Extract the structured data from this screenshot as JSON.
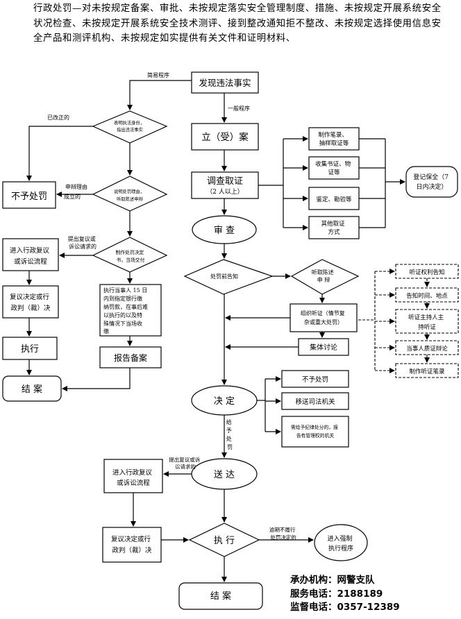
{
  "intro": "行政处罚—对未按规定备案、审批、未按规定落实安全管理制度、措施、未按规定开展系统安全状况检查、未按规定开展系统安全技术测评、接到整改通知拒不整改、未按规定选择使用信息安全产品和测评机构、未按规定如实提供有关文件和证明材料、",
  "flow": {
    "discover": "发现违法事实",
    "simple_label": "简易程序",
    "general_label": "一般程序",
    "show_id": [
      "表明执法身份，",
      "指出违法事实"
    ],
    "corrected_label": "已改正的",
    "no_penalty": "不予处罚",
    "defense_label": [
      "申辩理由",
      "成立的"
    ],
    "explain": [
      "说明处罚理由，",
      "听取陈述申辩"
    ],
    "decision_simple": [
      "制作处罚决定",
      "书，当场交付"
    ],
    "appeal_request": [
      "提出复议或",
      "诉讼请求的"
    ],
    "admin_review": [
      "进入行政复议",
      "或诉讼流程"
    ],
    "review_decision": [
      "复议决定或行",
      "政判（裁）决"
    ],
    "execute": "执行",
    "pay_fine": [
      "执行当事人 15 日",
      "内到指定银行缴",
      "纳罚款，在事后难",
      "以执行的以及特",
      "殊情况下当场收",
      "缴"
    ],
    "report": "报告备案",
    "close_case": "结 案",
    "file_case": "立（受）案",
    "investigate": "调查取证",
    "investigate_sub": "（2 人以上）",
    "evidence": [
      [
        "制作笔录、",
        "抽样取证等"
      ],
      [
        "收集书证、物",
        "证等"
      ],
      [
        "鉴定、勘验等"
      ],
      [
        "其他取证",
        "方式"
      ]
    ],
    "register_preserve": [
      "登记保全（7",
      "日内决定）"
    ],
    "review": "审 查",
    "notify_before": "处罚前告知",
    "hear_defense": [
      "听取陈述",
      "申 辩"
    ],
    "hearing": [
      "组织听证（情节复",
      "杂或重大处罚）"
    ],
    "hearing_steps": [
      "听证权利告知",
      "告知时间、地点",
      "听证主持人主持听证",
      "当事人质证辩论",
      "制作听证笔录"
    ],
    "collective": "集体讨论",
    "decide": "决 定",
    "outcomes": [
      [
        "不予处罚"
      ],
      [
        "移送司法机关"
      ],
      [
        "需给予纪律处分的，报",
        "告有管理权的机关"
      ]
    ],
    "give_penalty": [
      "给",
      "予",
      "处",
      "罚"
    ],
    "appeal_request2": [
      "提出复议或诉",
      "讼请求的"
    ],
    "admin_review2": [
      "进入行政复议",
      "或诉讼流程"
    ],
    "deliver": "送 达",
    "review_decision2": [
      "复议决定或行",
      "政判（裁）决"
    ],
    "execute2": "执 行",
    "overdue": [
      "逾期不履行",
      "处罚决定的"
    ],
    "enforce": [
      "进入强制",
      "执行程序"
    ],
    "close_case2": "结 案"
  },
  "footer": {
    "org": "承办机构：网警支队",
    "service": "服务电话：2188189",
    "supervise": "监督电话：0357-12389"
  }
}
